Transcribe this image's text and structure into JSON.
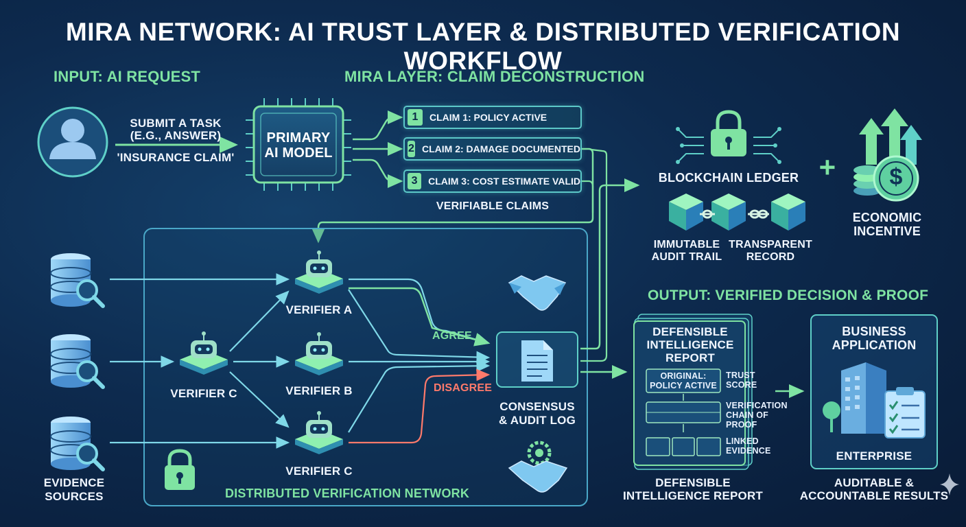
{
  "title": "MIRA NETWORK: AI TRUST LAYER & DISTRIBUTED VERIFICATION WORKFLOW",
  "input": {
    "heading": "INPUT: AI REQUEST",
    "task_line1": "SUBMIT A TASK",
    "task_line2": "(E.G., ANSWER)",
    "task_line3": "'INSURANCE CLAIM'",
    "user_icon": "user-icon"
  },
  "mira_layer": {
    "heading": "MIRA LAYER: CLAIM DECONSTRUCTION",
    "model_line1": "PRIMARY",
    "model_line2": "AI MODEL",
    "claims": [
      {
        "num": "1",
        "text": "CLAIM 1: POLICY ACTIVE"
      },
      {
        "num": "2",
        "text": "CLAIM 2: DAMAGE DOCUMENTED"
      },
      {
        "num": "3",
        "text": "CLAIM 3: COST ESTIMATE VALID"
      }
    ],
    "claims_caption": "VERIFIABLE CLAIMS"
  },
  "blockchain": {
    "heading": "BLOCKCHAIN LEDGER",
    "plus": "+",
    "immutable_line1": "IMMUTABLE",
    "immutable_line2": "AUDIT TRAIL",
    "transparent_line1": "TRANSPARENT",
    "transparent_line2": "RECORD",
    "incentive_line1": "ECONOMIC",
    "incentive_line2": "INCENTIVE"
  },
  "network": {
    "verifier_a": "VERIFIER A",
    "verifier_b": "VERIFIER B",
    "verifier_c_left": "VERIFIER C",
    "verifier_c_bottom": "VERIFIER C",
    "agree": "AGREE",
    "disagree": "DISAGREE",
    "consensus_line1": "CONSENSUS",
    "consensus_line2": "& AUDIT LOG",
    "footer": "DISTRIBUTED VERIFICATION NETWORK",
    "sources_line1": "EVIDENCE",
    "sources_line2": "SOURCES"
  },
  "output": {
    "heading": "OUTPUT: VERIFIED DECISION & PROOF",
    "report_line1": "DEFENSIBLE",
    "report_line2": "INTELLIGENCE",
    "report_line3": "REPORT",
    "original_line1": "ORIGINAL:",
    "original_line2": "POLICY ACTIVE",
    "trust_line1": "TRUST",
    "trust_line2": "SCORE",
    "chain_line1": "VERIFICATION",
    "chain_line2": "CHAIN OF",
    "chain_line3": "PROOF",
    "linked_line1": "LINKED",
    "linked_line2": "EVIDENCE",
    "report_caption_line1": "DEFENSIBLE",
    "report_caption_line2": "INTELLIGENCE REPORT",
    "business_line1": "BUSINESS",
    "business_line2": "APPLICATION",
    "enterprise": "ENTERPRISE",
    "results_line1": "AUDITABLE &",
    "results_line2": "ACCOUNTABLE RESULTS"
  },
  "colors": {
    "accent_green": "#7fe3a2",
    "line_teal": "#5fd0c8",
    "disagree_red": "#ff7a6b",
    "background": "#0d2a4e"
  }
}
